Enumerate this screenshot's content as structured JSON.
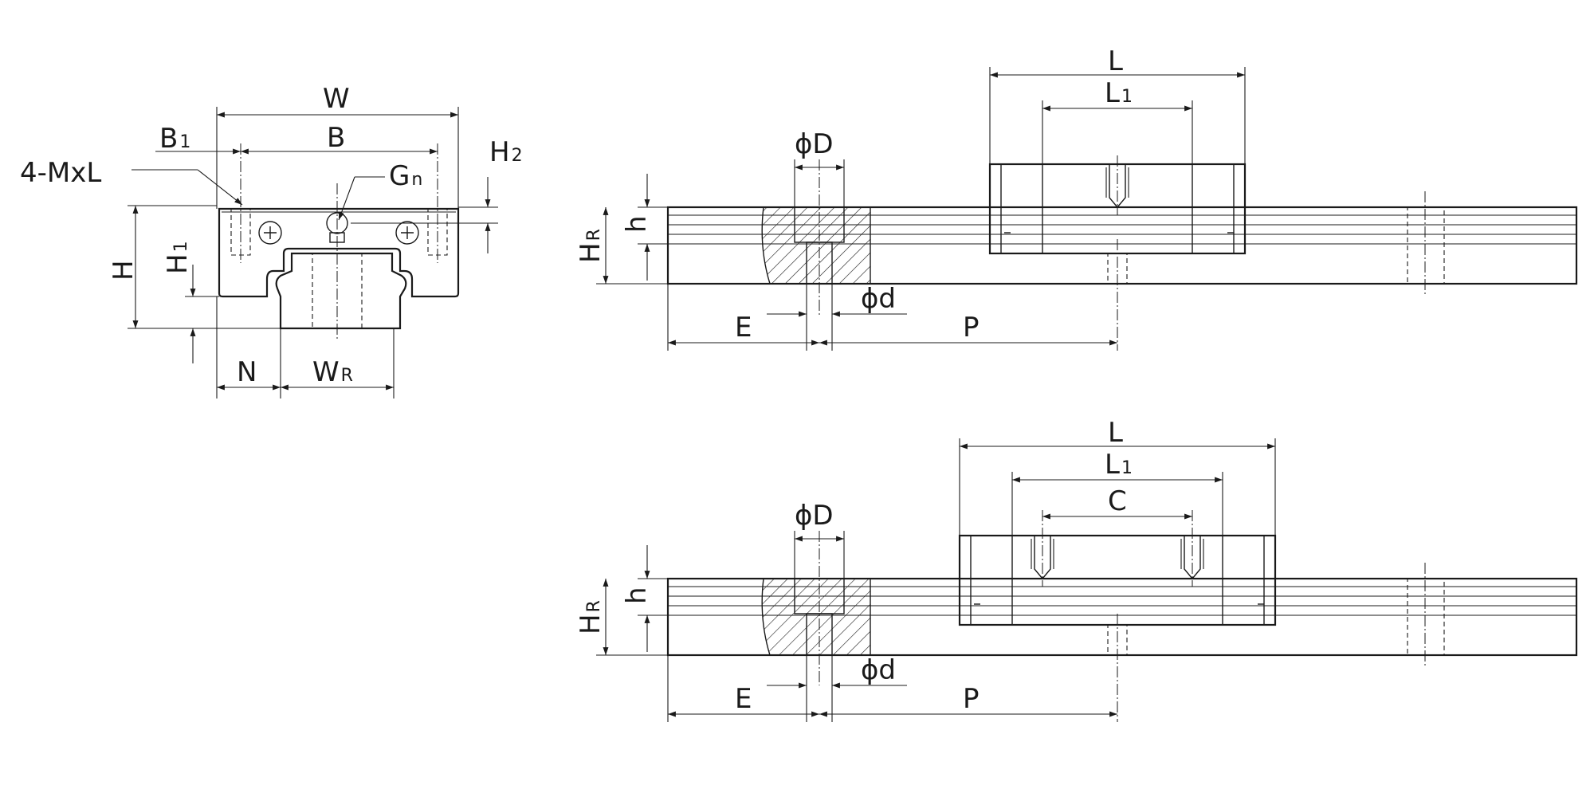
{
  "end_view": {
    "W": "W",
    "B1": "B",
    "B1_sub": "1",
    "B": "B",
    "mxl": "4-MxL",
    "Gn": "G",
    "Gn_sub": "n",
    "H2": "H",
    "H2_sub": "2",
    "H": "H",
    "H1": "H",
    "H1_sub": "1",
    "N": "N",
    "WR": "W",
    "WR_sub": "R"
  },
  "top_view": {
    "L": "L",
    "L1": "L",
    "L1_sub": "1",
    "phiD": "ϕD",
    "h": "h",
    "HR": "H",
    "HR_sub": "R",
    "phid": "ϕd",
    "E": "E",
    "P": "P"
  },
  "bottom_view": {
    "L": "L",
    "L1": "L",
    "L1_sub": "1",
    "C": "C",
    "phiD": "ϕD",
    "h": "h",
    "HR": "H",
    "HR_sub": "R",
    "phid": "ϕd",
    "E": "E",
    "P": "P"
  }
}
